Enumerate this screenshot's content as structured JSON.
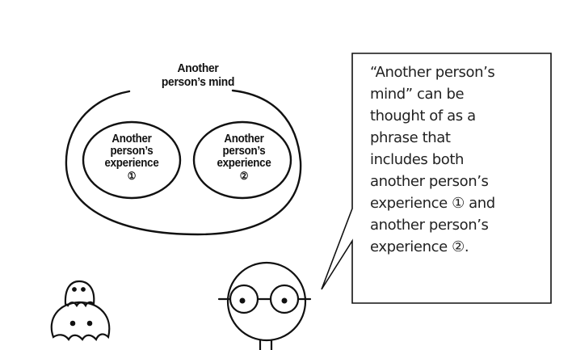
{
  "diagram": {
    "outer_label_line1": "Another",
    "outer_label_line2": "person’s mind",
    "inner_left": {
      "line1": "Another",
      "line2": "person’s",
      "line3": "experience",
      "number": "①"
    },
    "inner_right": {
      "line1": "Another",
      "line2": "person’s",
      "line3": "experience",
      "number": "②"
    }
  },
  "speech_bubble": {
    "lines": [
      "“Another person’s",
      "mind” can be",
      "thought of as a",
      "phrase that",
      "includes both",
      "another person’s",
      "experience ① and",
      "another person’s",
      "experience ②."
    ]
  },
  "characters": [
    "blob-creature-icon",
    "glasses-person-icon"
  ]
}
